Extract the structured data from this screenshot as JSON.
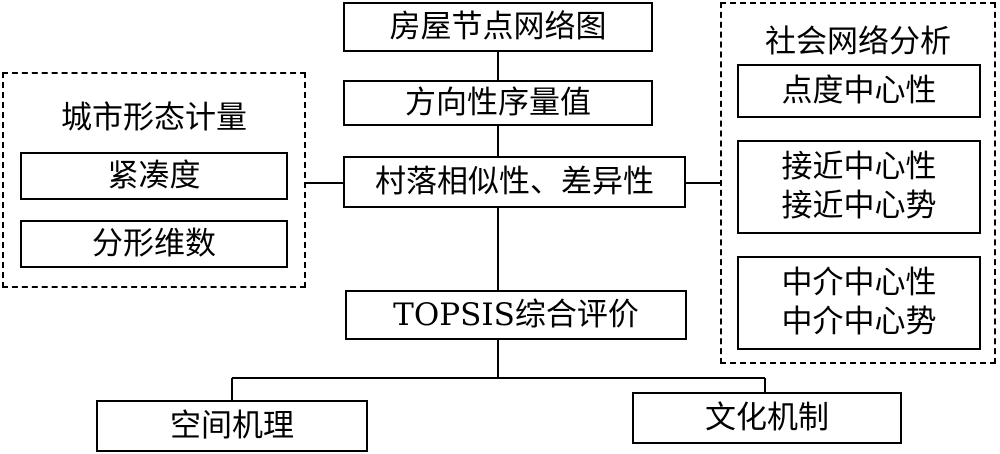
{
  "center": {
    "house_node_network": "房屋节点网络图",
    "directional_order": "方向性序量值",
    "similarity": "村落相似性、差异性",
    "topsis": "TOPSIS综合评价"
  },
  "left_group": {
    "title": "城市形态计量",
    "compactness": "紧凑度",
    "fractal_dimension": "分形维数"
  },
  "right_group": {
    "title": "社会网络分析",
    "degree": "点度中心性",
    "closeness_1": "接近中心性",
    "closeness_2": "接近中心势",
    "betweenness_1": "中介中心性",
    "betweenness_2": "中介中心势"
  },
  "outputs": {
    "spatial_mechanism": "空间机理",
    "cultural_mechanism": "文化机制"
  }
}
